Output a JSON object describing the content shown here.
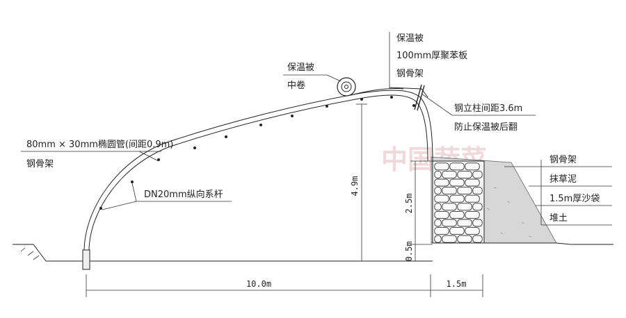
{
  "labels": {
    "quilt_roll": "保温被",
    "quilt_roll_position": "中卷",
    "top_quilt": "保温被",
    "polystyrene": "100mm厚聚苯板",
    "steel_frame_top": "钢骨架",
    "column_spacing": "钢立柱间距3.6m",
    "anti_flip": "防止保温被后翻",
    "pipe_spec": "80mm × 30mm椭圆管(间距0.9m)",
    "steel_frame_left": "钢骨架",
    "tie_rod": "DN20mm纵向系杆",
    "wall_layers": [
      "钢骨架",
      "抹草泥",
      "1.5m厚沙袋",
      "堆土"
    ]
  },
  "dimensions": {
    "span": "10.0m",
    "back_depth": "1.5m",
    "ridge_height": "4.9m",
    "wall_height": "2.5m",
    "base_height": "0.5m"
  },
  "watermark": "中国蔬菜"
}
